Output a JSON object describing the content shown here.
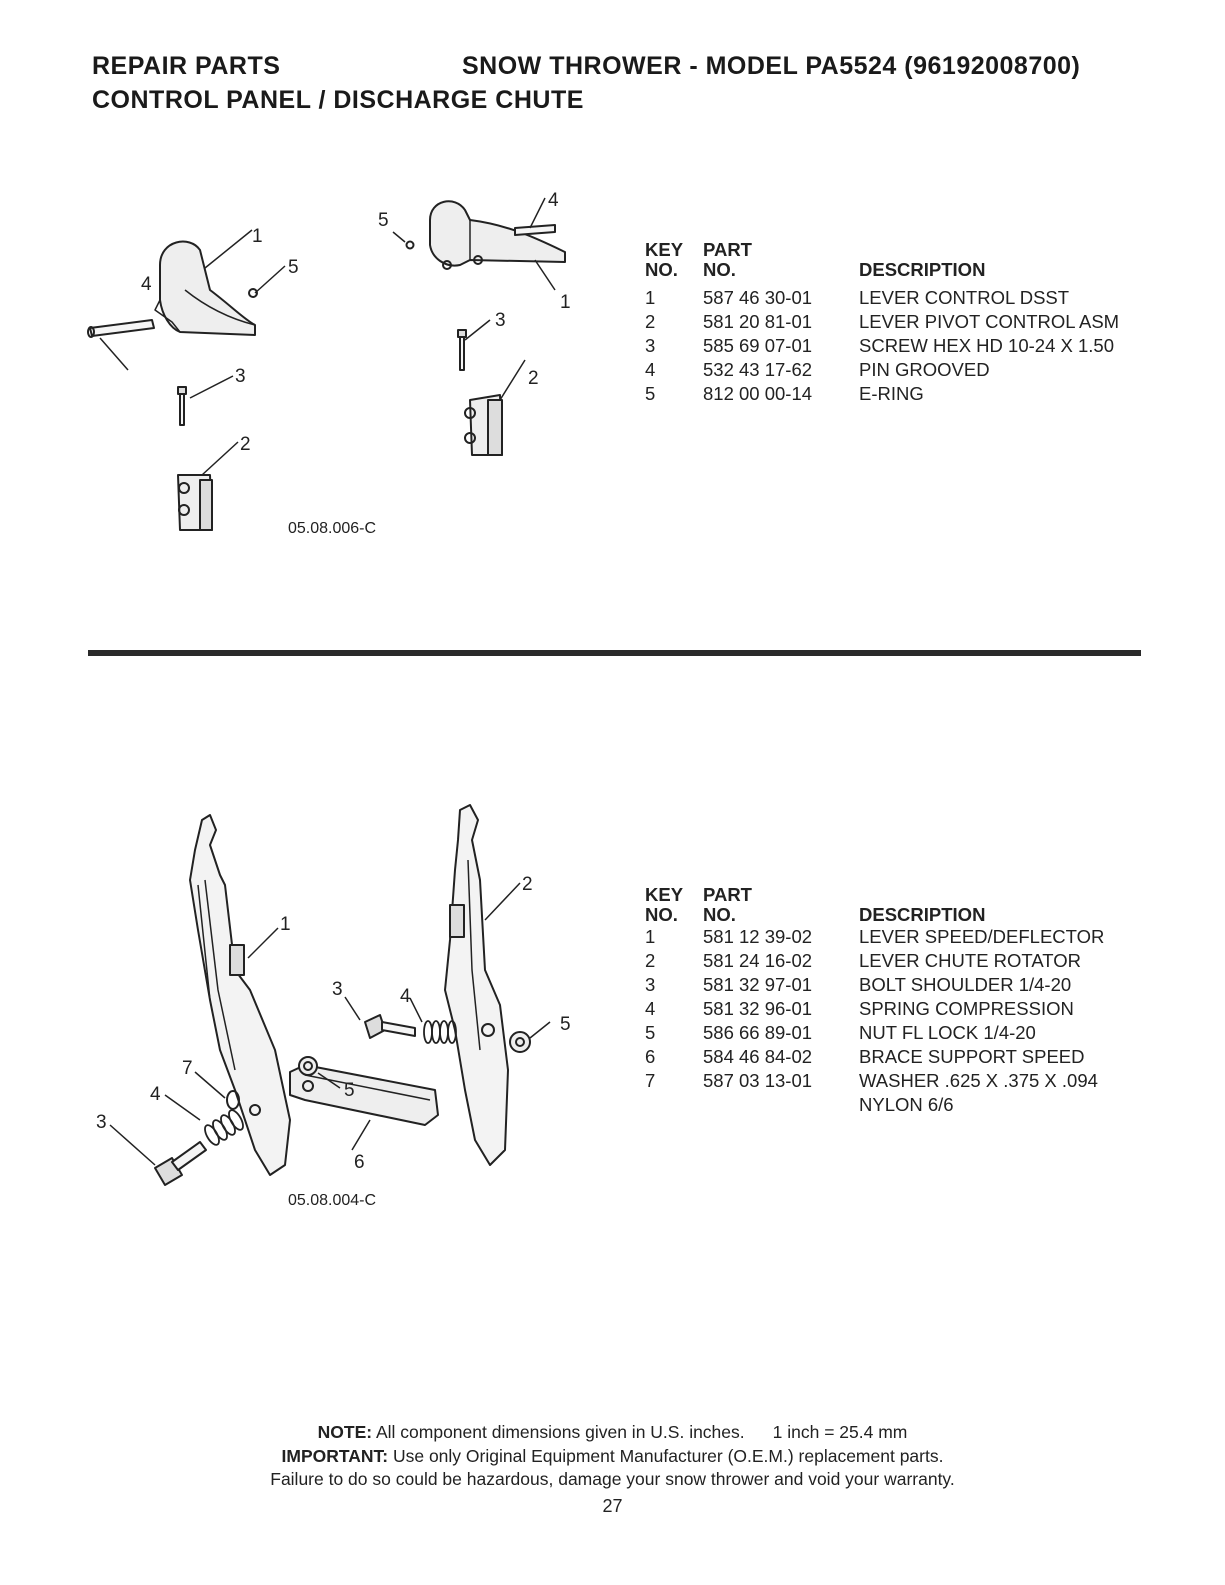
{
  "header": {
    "left": "REPAIR PARTS",
    "right": "SNOW THROWER - MODEL  PA5524  (96192008700)",
    "subtitle": "CONTROL PANEL / DISCHARGE CHUTE"
  },
  "section1": {
    "figure_code": "05.08.006-C",
    "headers": {
      "key_top": "KEY",
      "key_bottom": "NO.",
      "part_top": "PART",
      "part_bottom": "NO.",
      "desc": "DESCRIPTION"
    },
    "rows": [
      {
        "key": "1",
        "part": "587 46 30-01",
        "desc": "LEVER CONTROL DSST"
      },
      {
        "key": "2",
        "part": "581 20 81-01",
        "desc": "LEVER PIVOT CONTROL ASM"
      },
      {
        "key": "3",
        "part": "585 69 07-01",
        "desc": "SCREW HEX HD 10-24 X 1.50"
      },
      {
        "key": "4",
        "part": "532 43 17-62",
        "desc": "PIN GROOVED"
      },
      {
        "key": "5",
        "part": "812 00 00-14",
        "desc": "E-RING"
      }
    ],
    "callouts": [
      "1",
      "5",
      "4",
      "3",
      "2",
      "5",
      "4",
      "1",
      "3",
      "2"
    ]
  },
  "section2": {
    "figure_code": "05.08.004-C",
    "headers": {
      "key_top": "KEY",
      "key_bottom": "NO.",
      "part_top": "PART",
      "part_bottom": "NO.",
      "desc": "DESCRIPTION"
    },
    "rows": [
      {
        "key": "1",
        "part": "581 12 39-02",
        "desc": "LEVER SPEED/DEFLECTOR"
      },
      {
        "key": "2",
        "part": "581 24 16-02",
        "desc": "LEVER CHUTE ROTATOR"
      },
      {
        "key": "3",
        "part": "581 32 97-01",
        "desc": "BOLT SHOULDER 1/4-20"
      },
      {
        "key": "4",
        "part": "581 32 96-01",
        "desc": "SPRING COMPRESSION"
      },
      {
        "key": "5",
        "part": "586 66 89-01",
        "desc": "NUT FL LOCK 1/4-20"
      },
      {
        "key": "6",
        "part": "584 46 84-02",
        "desc": "BRACE SUPPORT SPEED"
      },
      {
        "key": "7",
        "part": "587 03 13-01",
        "desc": "WASHER .625 X .375 X .094"
      },
      {
        "key": "",
        "part": "",
        "desc": "NYLON 6/6"
      }
    ],
    "callouts": [
      "1",
      "2",
      "3",
      "4",
      "5",
      "7",
      "4",
      "3",
      "5",
      "6"
    ]
  },
  "footer": {
    "note_label": "NOTE:",
    "note_text": " All component dimensions given in U.S. inches.",
    "note_conversion": "1 inch = 25.4 mm",
    "important_label": "IMPORTANT:",
    "important_text": " Use only Original Equipment Manufacturer (O.E.M.) replacement parts.",
    "warning_text": "Failure to do so could be hazardous, damage your snow thrower and void your warranty.",
    "page_number": "27"
  }
}
